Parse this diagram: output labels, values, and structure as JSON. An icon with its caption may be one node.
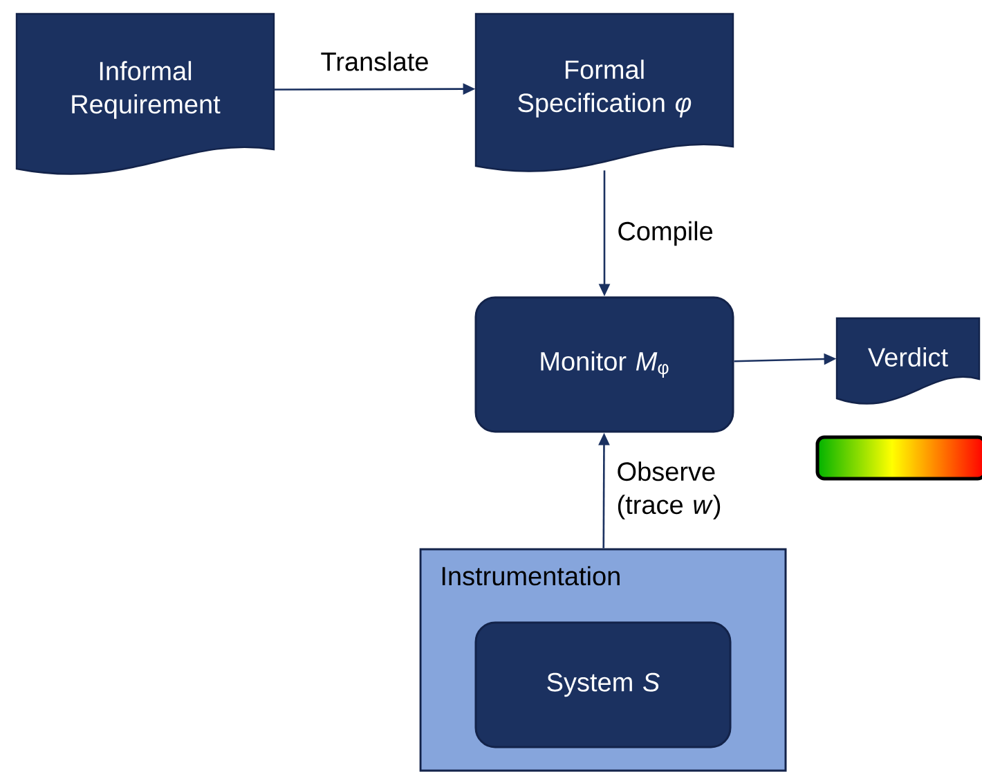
{
  "diagram": {
    "nodes": [
      {
        "text": [
          "Informal Requirement"
        ]
      },
      {
        "text": [
          "Formal Specification *φ*"
        ]
      },
      {
        "text": [
          "Monitor *M*$_{φ}$"
        ]
      },
      {
        "text": [
          "Verdict"
        ]
      },
      {
        "text": [
          "Instrumentation"
        ]
      },
      {
        "text": [
          "System *S*"
        ],
        "in": 4
      }
    ],
    "edges": [
      {
        "from": 0,
        "to": 1,
        "arrow": "to",
        "label": "Translate"
      },
      {
        "from": 1,
        "to": 2,
        "arrow": "to",
        "label": "Compile"
      },
      {
        "from": 2,
        "to": 3,
        "arrow": "to"
      },
      {
        "from": 4,
        "to": 2,
        "arrow": "to",
        "label": "Observe (trace *w*)"
      }
    ]
  }
}
